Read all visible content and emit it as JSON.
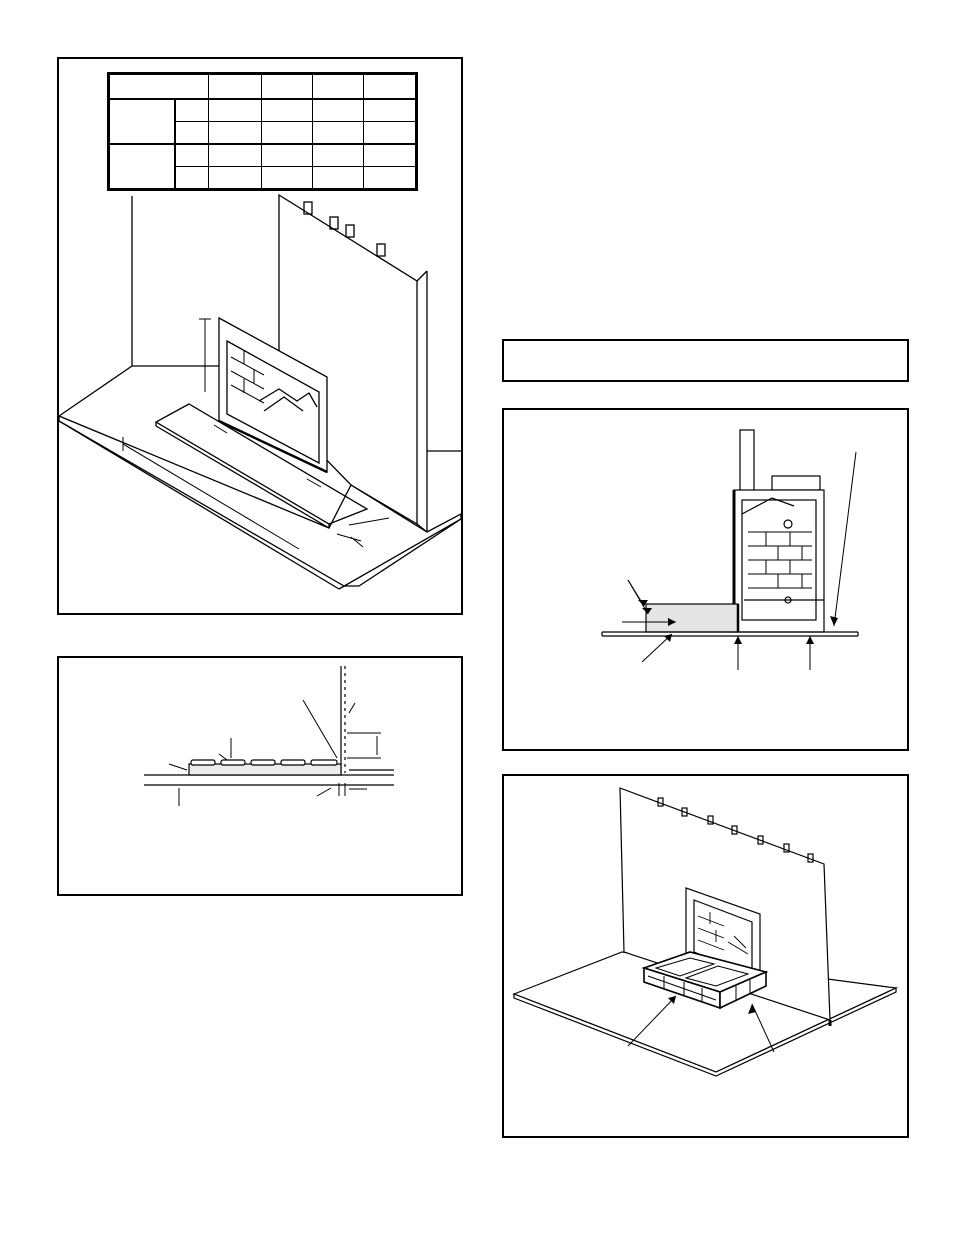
{
  "page": {
    "figures": [
      {
        "id": "hearth-extension-isometric",
        "labels": []
      },
      {
        "id": "hearth-section-detail",
        "labels": []
      },
      {
        "id": "firebox-side-section",
        "labels": []
      },
      {
        "id": "hearth-frame-isometric",
        "labels": []
      }
    ],
    "note_box": {
      "text": ""
    },
    "spec_table": {
      "header": [
        "",
        "",
        "",
        "",
        ""
      ],
      "groups": [
        {
          "label": "",
          "rows": [
            [
              "",
              "",
              "",
              "",
              ""
            ],
            [
              "",
              "",
              "",
              "",
              ""
            ]
          ]
        },
        {
          "label": "",
          "rows": [
            [
              "",
              "",
              "",
              "",
              ""
            ],
            [
              "",
              "",
              "",
              "",
              ""
            ]
          ]
        }
      ]
    }
  }
}
